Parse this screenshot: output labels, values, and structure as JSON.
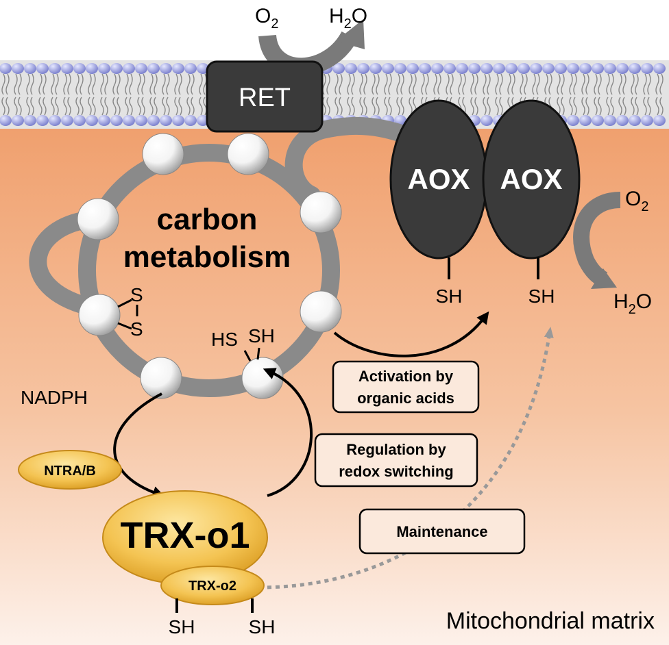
{
  "membrane": {
    "ret_label": "RET",
    "o2_top": "O",
    "o2_top_sub": "2",
    "h2o_top_h": "H",
    "h2o_top_sub": "2",
    "h2o_top_o": "O"
  },
  "cycle": {
    "title_line1": "carbon",
    "title_line2": "metabolism",
    "disulfide_s1": "S",
    "disulfide_s2": "S",
    "thiol_hs": "HS",
    "thiol_sh": "SH"
  },
  "aox": {
    "label_left": "AOX",
    "label_right": "AOX",
    "sh_left": "SH",
    "sh_right": "SH",
    "o2_right": "O",
    "o2_right_sub": "2",
    "h2o_right_h": "H",
    "h2o_right_sub": "2",
    "h2o_right_o": "O"
  },
  "trx": {
    "nadph": "NADPH",
    "ntra_label": "NTRA/B",
    "trx_o1": "TRX-o1",
    "trx_o2": "TRX-o2",
    "sh_left": "SH",
    "sh_right": "SH"
  },
  "boxes": {
    "activation_line1": "Activation by",
    "activation_line2": "organic acids",
    "regulation_line1": "Regulation by",
    "regulation_line2": "redox switching",
    "maintenance": "Maintenance"
  },
  "region_label": "Mitochondrial matrix",
  "colors": {
    "matrix_top": "#f0a06e",
    "matrix_bottom": "#fdf1ea",
    "protein_dark": "#3a3a3a",
    "trx_yellow": "#f3c350",
    "cycle_gray": "#8a8a8a",
    "box_fill": "#fbe9dc"
  }
}
